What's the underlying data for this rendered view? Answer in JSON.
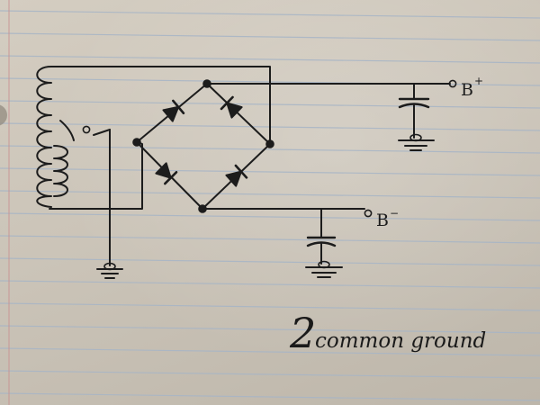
{
  "labels": {
    "b_plus": "B",
    "b_plus_sup": "+",
    "b_minus": "B",
    "b_minus_sup": "−",
    "note_mark": "2",
    "note_text": "common ground"
  },
  "colors": {
    "ink": "#1c1c1c",
    "ruled_line": "#a7b5c6",
    "margin_line": "#c98f8f"
  }
}
